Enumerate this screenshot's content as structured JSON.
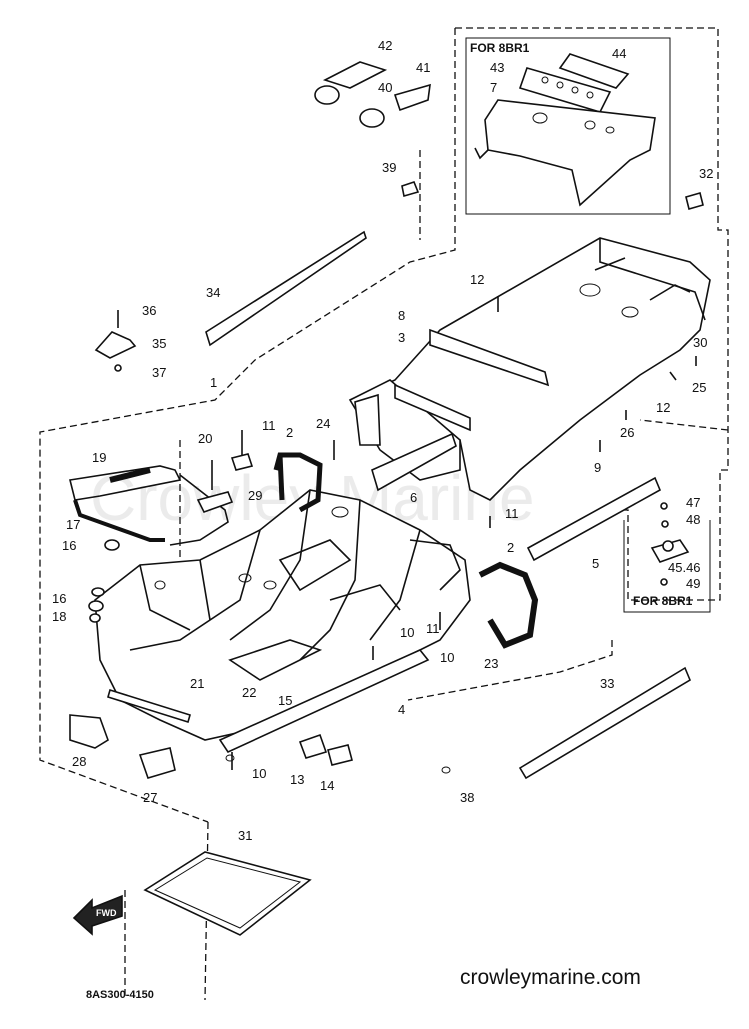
{
  "diagram": {
    "box_labels": {
      "for_8br1_top": "FOR 8BR1",
      "for_8br1_right": "FOR 8BR1"
    },
    "part_code": "8AS300-4150",
    "website": "crowleymarine.com",
    "watermark": "Crowley Marine",
    "fwd_label": "FWD",
    "callouts": [
      "42",
      "41",
      "40",
      "39",
      "44",
      "43",
      "7",
      "32",
      "34",
      "12",
      "36",
      "8",
      "35",
      "3",
      "30",
      "37",
      "25",
      "1",
      "12",
      "26",
      "11",
      "24",
      "2",
      "20",
      "9",
      "19",
      "29",
      "6",
      "11",
      "47",
      "48",
      "17",
      "16",
      "5",
      "45.46",
      "49",
      "16",
      "18",
      "2",
      "10",
      "11",
      "10",
      "23",
      "33",
      "21",
      "22",
      "15",
      "4",
      "28",
      "10",
      "13",
      "14",
      "38",
      "27",
      "31"
    ],
    "icons": {
      "fwd_arrow": "fwd-arrow-icon"
    }
  }
}
